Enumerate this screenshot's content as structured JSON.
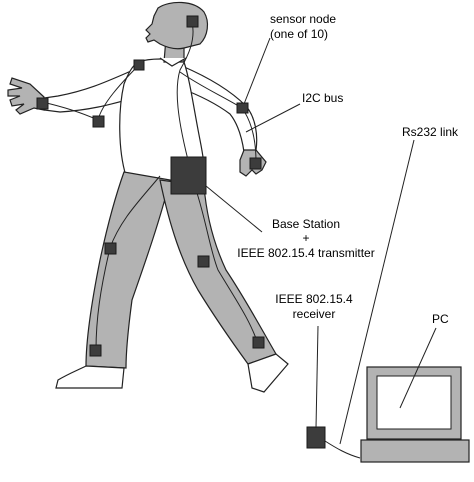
{
  "labels": {
    "sensor_node_line1": "sensor node",
    "sensor_node_line2": "(one of 10)",
    "i2c_bus": "I2C bus",
    "rs232_link": "Rs232 link",
    "base_station_line1": "Base Station",
    "base_station_line2": "+",
    "base_station_line3": "IEEE 802.15.4 transmitter",
    "receiver_line1": "IEEE 802.15.4",
    "receiver_line2": "receiver",
    "pc": "PC"
  },
  "colors": {
    "node_fill": "#3c3c3c",
    "clothing_gray": "#b3b3b3",
    "outline": "#222222"
  }
}
